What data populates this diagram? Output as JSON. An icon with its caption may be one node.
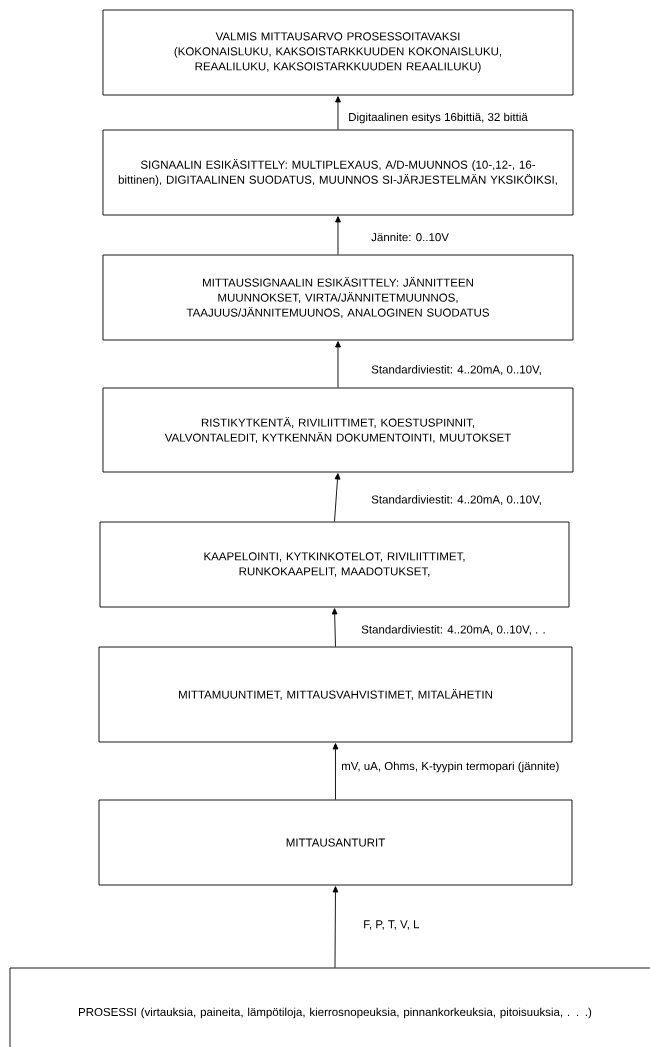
{
  "diagram": {
    "nodes": [
      {
        "text": [
          "VALMIS MITTAUSARVO PROSESSOITAVAKSI (KOKONAISLUKU, KAKSOISTARKKUUDEN KOKONAISLUKU, REAALILUKU, KAKSOISTARKKUUDEN REAALILUKU)"
        ]
      },
      {
        "text": [
          "SIGNAALIN ESIKÄSITTELY: MULTIPLEXAUS, A/D-MUUNNOS (10-,12-, 16-bittinen), DIGITAALINEN SUODATUS, MUUNNOS SI-JÄRJESTELMÄN YKSIKÖIKSI,"
        ]
      },
      {
        "text": [
          "MITTAUSSIGNAALIN ESIKÄSITTELY: JÄNNITTEEN MUUNNOKSET, VIRTA/JÄNNITETMUUNNOS, TAAJUUS/JÄNNITEMUUNOS, ANALOGINEN SUODATUS"
        ]
      },
      {
        "text": [
          "RISTIKYTKENTÄ, RIVILIITTIMET, KOESTUSPINNIT, VALVONTALEDIT, KYTKENNÄN DOKUMENTOINTI, MUUTOKSET"
        ]
      },
      {
        "text": [
          "KAAPELOINTI, KYTKINKOTELOT, RIVILIITTIMET, RUNKOKAAPELIT, MAADOTUKSET,"
        ]
      },
      {
        "text": [
          "MITTAMUUNTIMET, MITTAUSVAHVISTIMET, MITALÄHETIN"
        ]
      },
      {
        "text": [
          "MITTAUSANTURIT"
        ]
      },
      {
        "text": [
          "PROSESSI (virtauksia, paineita, lämpötiloja, kierrosnopeuksia, pinnankorkeuksia, pitoisuuksia, . . .)"
        ]
      }
    ],
    "edges": [
      {
        "from": 1,
        "to": 0,
        "arrow": "to",
        "label": "Digitaalinen esitys 16bittiä, 32 bittiä"
      },
      {
        "from": 2,
        "to": 1,
        "arrow": "to",
        "label": "Jännite: 0..10V"
      },
      {
        "from": 3,
        "to": 2,
        "arrow": "to",
        "label": "Standardiviestit: 4..20mA, 0..10V,"
      },
      {
        "from": 4,
        "to": 3,
        "arrow": "to",
        "label": "Standardiviestit: 4..20mA, 0..10V,"
      },
      {
        "from": 5,
        "to": 4,
        "arrow": "to",
        "label": "Standardiviestit: 4..20mA, 0..10V, . ."
      },
      {
        "from": 6,
        "to": 5,
        "arrow": "to",
        "label": "mV, uA, Ohms, K-tyypin termopari (jännite)"
      },
      {
        "from": 7,
        "to": 6,
        "arrow": "to",
        "label": "F, P, T, V, L"
      }
    ]
  }
}
